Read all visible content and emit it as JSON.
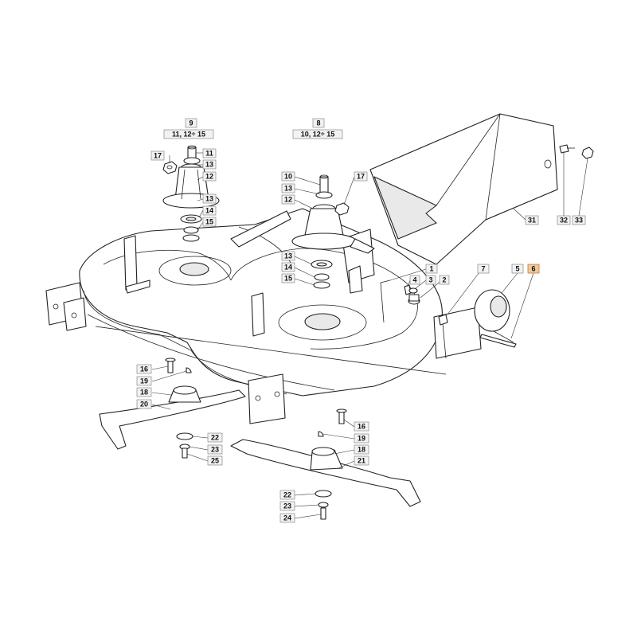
{
  "diagram": {
    "highlight_color": "#f2c89a",
    "labels": {
      "l9": "9",
      "l11_12_15a": "11,  12÷ 15",
      "l8": "8",
      "l10_12_15": "10,  12÷ 15",
      "l17a": "17",
      "l11a": "11",
      "l13a": "13",
      "l12a": "12",
      "l13b": "13",
      "l14a": "14",
      "l15a": "15",
      "l10": "10",
      "l17b": "17",
      "l13c": "13",
      "l12b": "12",
      "l13d": "13",
      "l14b": "14",
      "l15b": "15",
      "l1": "1",
      "l4": "4",
      "l3": "3",
      "l2": "2",
      "l7": "7",
      "l5": "5",
      "l6": "6",
      "l31": "31",
      "l32": "32",
      "l33": "33",
      "l16a": "16",
      "l19a": "19",
      "l18a": "18",
      "l20": "20",
      "l22a": "22",
      "l23a": "23",
      "l25": "25",
      "l16b": "16",
      "l19b": "19",
      "l18b": "18",
      "l21": "21",
      "l22b": "22",
      "l23b": "23",
      "l24": "24"
    }
  }
}
